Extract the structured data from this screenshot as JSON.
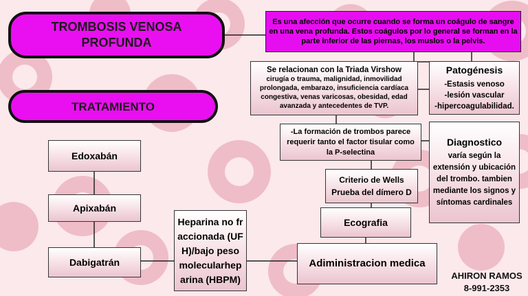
{
  "title_main": "TROMBOSIS VENOSA PROFUNDA",
  "title_treatment": "TRATAMIENTO",
  "definition": "Es una afección que ocurre cuando se forma un coágulo de sangre en una vena profunda. Estos coágulos por lo general se forman en la parte inferior de las piernas, los muslos o la pelvis.",
  "virchow": {
    "heading": "Se relacionan con la Triada Virshow",
    "body": "cirugía o trauma, malignidad, inmovilidad prolongada, embarazo, insuficiencia cardíaca congestiva, venas varicosas, obesidad, edad avanzada y antecedentes de TVP."
  },
  "pathogenesis": {
    "title": "Patogénesis",
    "items": [
      "-Estasis venoso",
      "-lesión vascular",
      "-hipercoagulabilidad."
    ]
  },
  "thrombus_formation": "-La formación de trombos parece requerir tanto el factor tisular como la P-selectina",
  "diagnosis": {
    "title": "Diagnostico",
    "body": "varía según la extensión y ubicación del trombo. tambien mediante los signos y síntomas cardinales"
  },
  "criteria": [
    "Criterio de Wells",
    "Prueba del dímero D"
  ],
  "ecografia": "Ecografia",
  "administration": "Adiministracion medica",
  "heparin": "Heparina no fraccionada (UFH)/bajo peso molecularheparina (HBPM)",
  "drugs": [
    "Edoxabán",
    "Apixabán",
    "Dabigatrán"
  ],
  "author": {
    "name": "AHIRON RAMOS",
    "id": "8-991-2353"
  },
  "colors": {
    "magenta": "#ea0ff0",
    "background": "#fbe9ec",
    "blob": "#eebcc6",
    "border": "#222222"
  }
}
